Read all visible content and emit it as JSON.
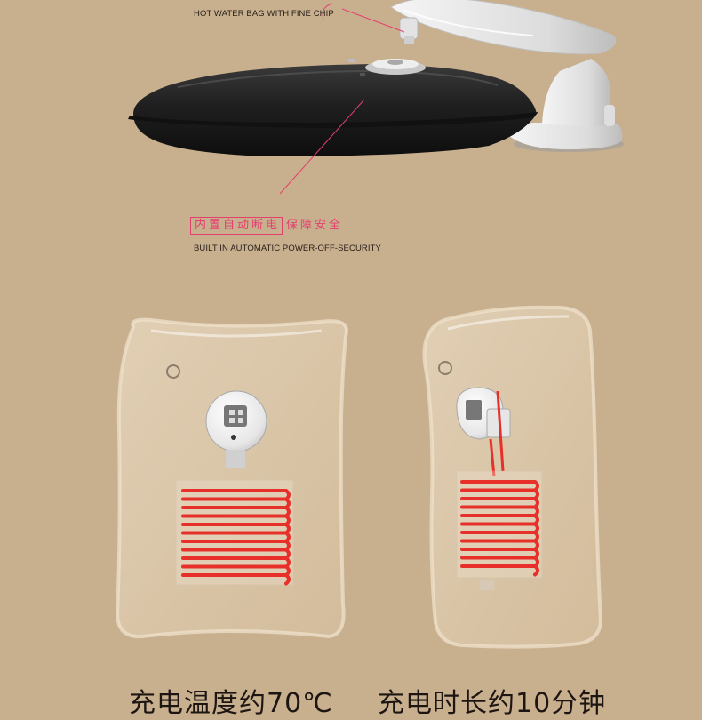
{
  "labels": {
    "top_en": "HOT WATER BAG WITH FINE CHIP",
    "cn_boxed": "内置自动断电",
    "cn_plain": "保障安全",
    "bottom_en": "BUILT IN AUTOMATIC POWER-OFF-SECURITY"
  },
  "captions": {
    "left": "充电温度约70℃",
    "right": "充电时长约10分钟"
  },
  "colors": {
    "background": "#c8af8e",
    "accent_pink": "#e4406e",
    "bag_black": "#1e1e1e",
    "heater_red": "#e8302a",
    "charger_white": "#f3f3f3"
  }
}
